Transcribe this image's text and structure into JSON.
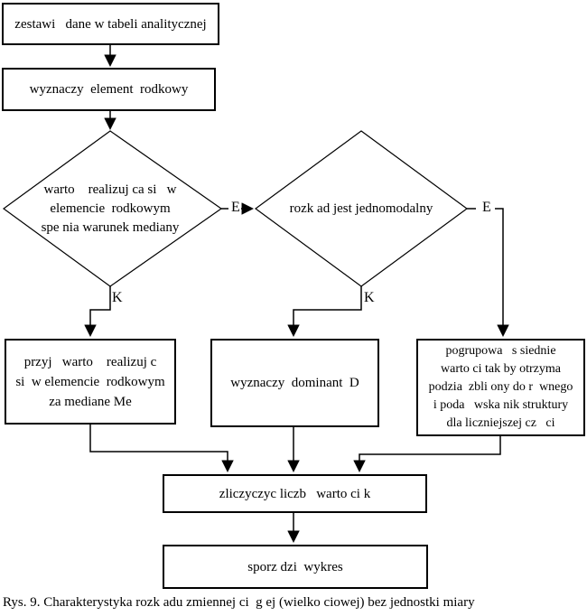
{
  "page": {
    "background": "#ffffff",
    "line_color": "#000000"
  },
  "flowchart": {
    "steps": {
      "box1": {
        "text": "zestawi   dane w tabeli analitycznej"
      },
      "box2": {
        "text": "wyznaczy  element  rodkowy"
      },
      "box_left": {
        "text": "przyj   warto    realizuj c\nsi  w elemencie  rodkowym\nza mediane Me"
      },
      "box_mid": {
        "text": "wyznaczy  dominant  D"
      },
      "box_right": {
        "text": "pogrupowa   s siednie\nwarto ci tak by otrzyma\npodzia  zbli ony do r  wnego\ni poda   wska nik struktury\ndla liczniejszej cz   ci"
      },
      "box_count": {
        "text": "zliczyczyc liczb   warto ci k"
      },
      "box_chart": {
        "text": "sporz dzi  wykres"
      }
    },
    "decisions": {
      "diamond_left": {
        "text": "warto    realizuj ca si   w\nelemencie  rodkowym\nspe nia warunek mediany"
      },
      "diamond_mid": {
        "text": "rozk ad jest jednomodalny"
      }
    },
    "branch_labels": {
      "k_left": "K",
      "k_mid": "K",
      "e_left": "E",
      "e_right": "E"
    }
  },
  "caption": "Rys. 9. Charakterystyka rozk adu zmiennej ci  g ej (wielko ciowej) bez jednostki miary"
}
